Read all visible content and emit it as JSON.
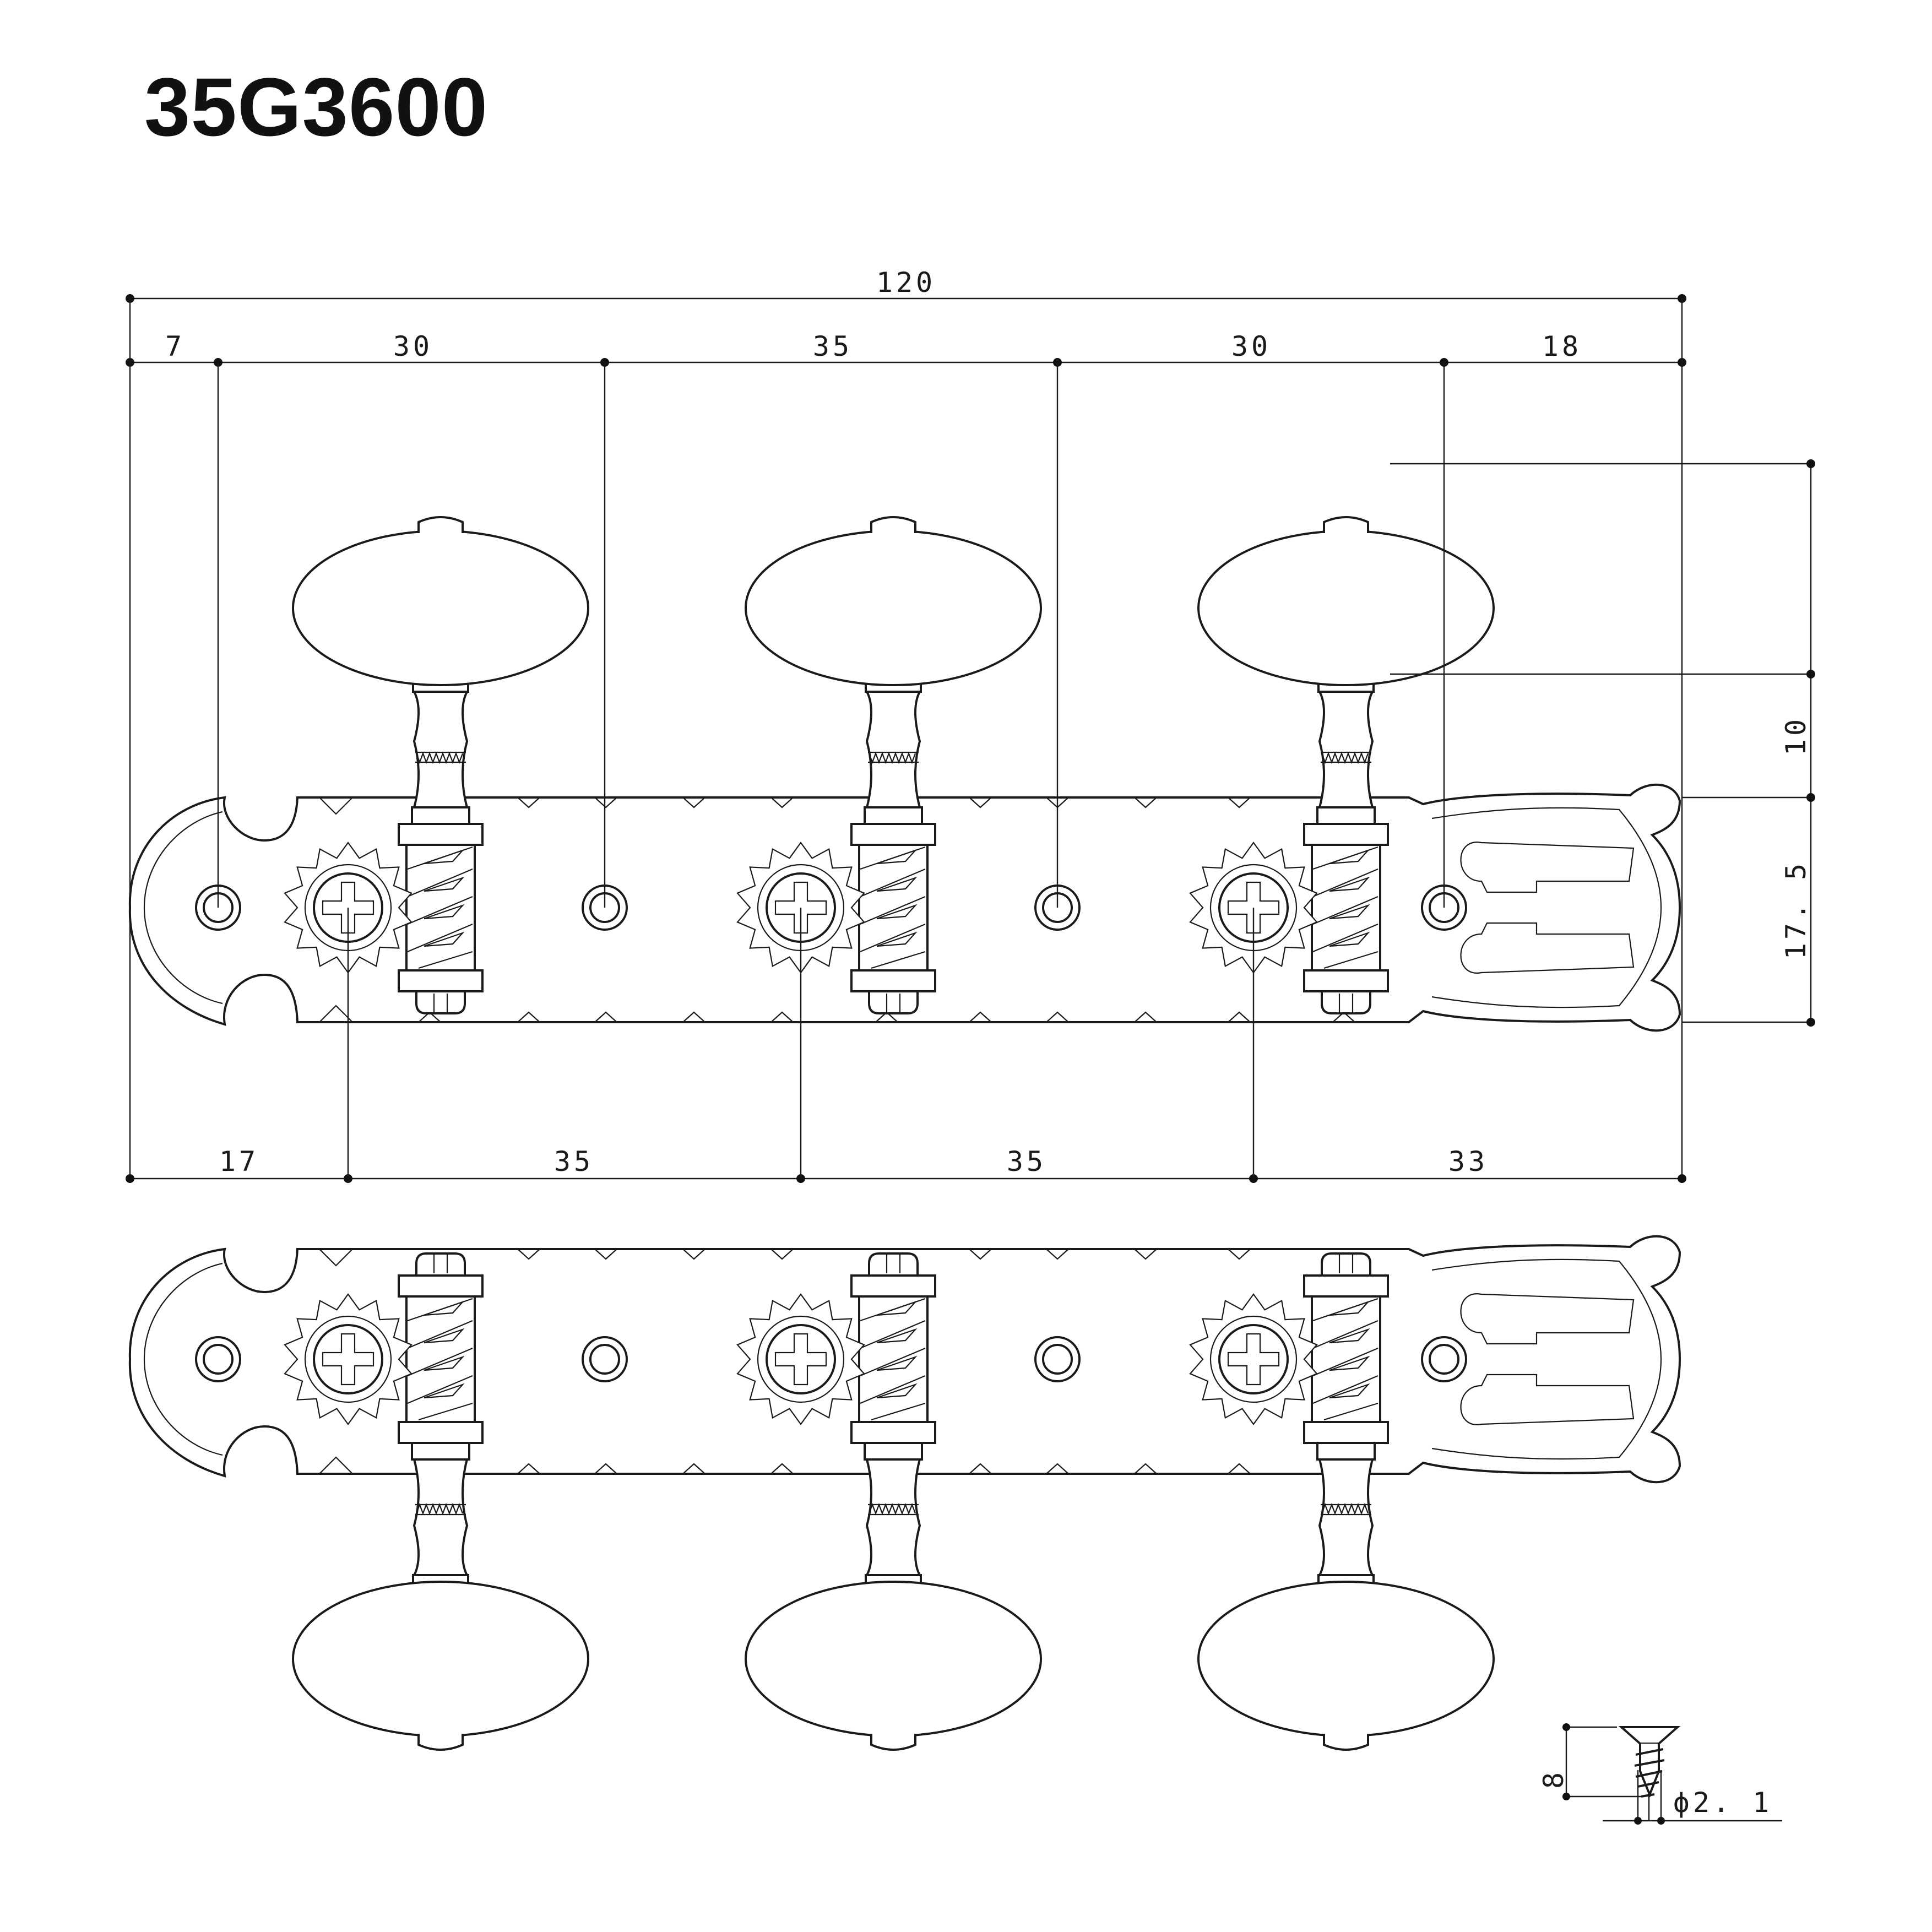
{
  "title": "35G3600",
  "dimensions": {
    "overall_length": "120",
    "top_offsets": [
      "7",
      "30",
      "35",
      "30",
      "18"
    ],
    "bottom_offsets": [
      "17",
      "35",
      "35",
      "33"
    ],
    "button_height": "10",
    "plate_height": "17. 5",
    "screw_length": "8",
    "screw_diameter": "ϕ2. 1"
  },
  "colors": {
    "line": "#1a1a1a",
    "background": "#ffffff"
  }
}
